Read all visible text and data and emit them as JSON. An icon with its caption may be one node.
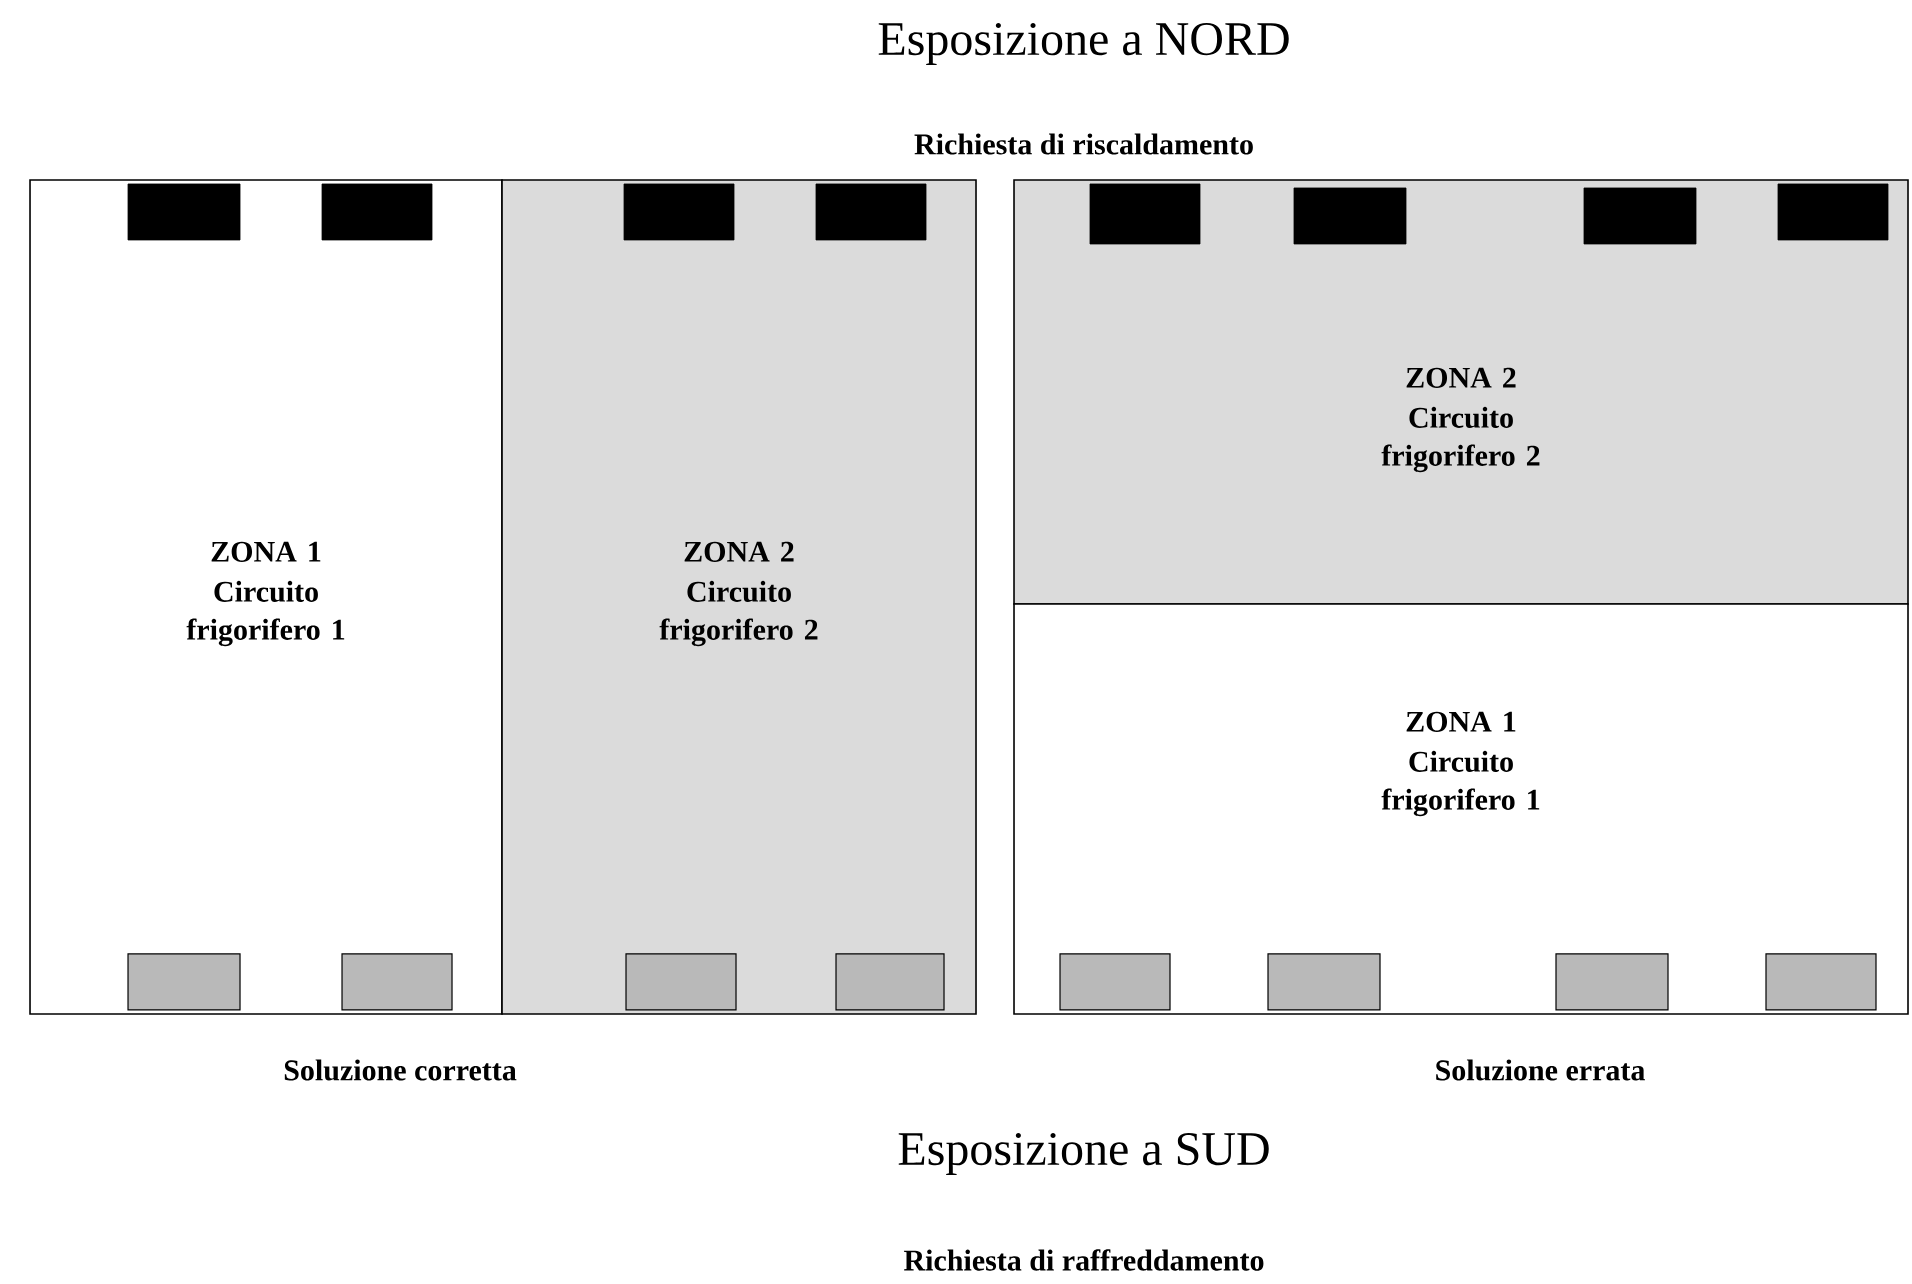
{
  "diagram": {
    "title": "Esposizione a NORD",
    "nodes": [
      {
        "text": [
          "ZONA 1",
          "Circuito frigorifero 1"
        ]
      },
      {
        "text": [],
        "shape": "box",
        "in": 0
      },
      {
        "text": [],
        "shape": "box",
        "in": 0
      },
      {
        "text": [],
        "shape": "box",
        "in": 0
      },
      {
        "text": [],
        "shape": "box",
        "in": 0
      },
      {
        "text": [
          "ZONA 2",
          "Circuito frigorifero 2"
        ]
      },
      {
        "text": [],
        "shape": "box",
        "in": 5
      },
      {
        "text": [],
        "shape": "box",
        "in": 5
      },
      {
        "text": [],
        "shape": "box",
        "in": 5
      },
      {
        "text": [],
        "shape": "box",
        "in": 5
      },
      {
        "text": [
          "ZONA 2",
          "Circuito frigorifero 2"
        ]
      },
      {
        "text": [],
        "shape": "box",
        "in": 10
      },
      {
        "text": [],
        "shape": "box",
        "in": 10
      },
      {
        "text": [],
        "shape": "box",
        "in": 10
      },
      {
        "text": [],
        "shape": "box",
        "in": 10
      },
      {
        "text": [
          "ZONA 1",
          "Circuito frigorifero 1"
        ]
      },
      {
        "text": [],
        "shape": "box",
        "in": 15
      },
      {
        "text": [],
        "shape": "box",
        "in": 15
      },
      {
        "text": [],
        "shape": "box",
        "in": 15
      },
      {
        "text": [],
        "shape": "box",
        "in": 15
      }
    ],
    "labels": [
      "Richiesta di riscaldamento",
      "Soluzione corretta",
      "Soluzione errata",
      "Esposizione a SUD",
      "Richiesta di raffreddamento"
    ]
  }
}
